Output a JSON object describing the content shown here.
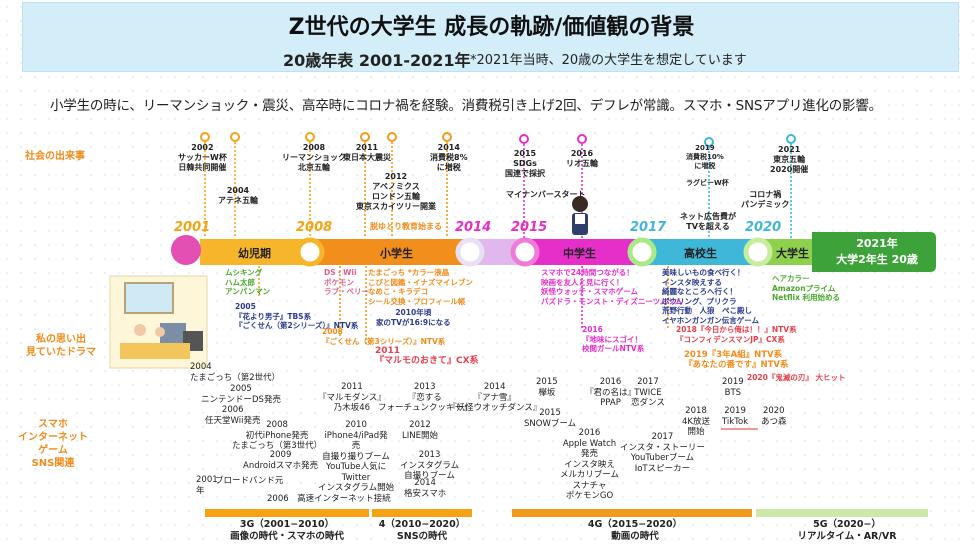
{
  "header": {
    "title": "Z世代の大学生 成長の軌跡/価値観の背景",
    "subtitle": "20歳年表 2001-2021年",
    "note": "*2021年当時、20歳の大学生を想定しています"
  },
  "summary": "小学生の時に、リーマンショック・震災、高卒時にコロナ禍を経験。消費税引き上げ2回、デフレが常識。スマホ・SNSアプリ進化の影響。",
  "row_labels": {
    "social": "社会の出来事",
    "memory": "私の思い出\n見ていたドラマ",
    "sns": "スマホ\nインターネット\nゲーム\nSNS関連"
  },
  "timeline": {
    "years": [
      "2001",
      "2008",
      "2014",
      "2015",
      "2017",
      "2020"
    ],
    "stages": [
      "幼児期",
      "小学生",
      "中学生",
      "高校生",
      "大学生"
    ],
    "final": "2021年\n大学2年生 20歳"
  },
  "social_events": [
    "2002\nサッカーW杯\n日韓共同開催",
    "2004\nアテネ五輪",
    "2008\nリーマンショック\n北京五輪",
    "2011\n東日本大震災",
    "2012\nアベノミクス\nロンドン五輪\n東京スカイツリー開業",
    "2014\n消費税8%\nに増税",
    "脱ゆとり教育始まる",
    "2015\nSDGs\n国連で採択",
    "2016\nリオ五輪",
    "マイナンバースタート",
    "2019\n消費税10%\nに増税",
    "ラグビーW杯",
    "ネット広告費が\nTVを超える",
    "コロナ禍\nパンデミック",
    "2021\n東京五輪\n2020開催"
  ],
  "memories": [
    "ムシキング\nハム太郎\nアンパンマン",
    "2005\n『花より男子』TBS系\n『ごくせん（第2シリーズ）』NTV系",
    "DS・Wii\nポケモン\nラブ・ベリー",
    "たまごっち *カラー液晶\nこびと図鑑・イナズマイレブン\nなめこ・キラデコ\nシール交換・プロフィール帳",
    "2010年頃\n家のTVが16:9になる",
    "2008\n『ごくせん（第3シリーズ）』NTV系",
    "2011\n『マルモのおきて』CX系",
    "スマホで24時間つながる！\n映画を友人と見に行く！\n妖怪ウォッチ・スマホゲーム\nパズドラ・モンスト・ディズニーツムツム",
    "2016\n『地味にスゴイ！\n校閲ガールNTV系",
    "美味しいもの食べ行く！\nインスタ映えする\n綺麗なところへ行く！\nボウリング、プリクラ\n荒野行動　人狼　ぺこ殿し\nイヤホンガンガン伝言ゲーム",
    "2018『今日から俺は！！』NTV系\n『コンフィデンスマンJP』CX系",
    "2019『3年A組』NTV系\n『あなたの番です』NTV系",
    "2020『鬼滅の刃』 大ヒット",
    "ヘアカラー\nAmazonプライム\nNetflix 利用始める"
  ],
  "sns_events": [
    "2004\nたまごっち（第2世代）",
    "2005\nニンテンドーDS発売",
    "2006\n任天堂Wii発売",
    "2008\n初代iPhone発売\nたまごっち（第3世代）",
    "2009\nAndroidスマホ発売",
    "2001\n年",
    "ブロードバンド元",
    "2011\n『マルモダンス』\n乃木坂46",
    "2010\niPhone4/iPad発\n売\n自撮り撮りブーム\nYouTube人気に\nTwitter\nインスタグラム開始",
    "2013\n『恋する\nフォーチュンクッキー』",
    "2014\n『アナ雪』\n『妖怪ウオッチダンス』",
    "2012\nLINE開始",
    "2013\nインスタグラム\n自撮りブーム",
    "2014\n格安スマホ",
    "2006　高速インターネット接続",
    "2015\n欅坂",
    "2016\n『君の名は』\nPPAP",
    "2017\nTWICE\n恋ダンス",
    "2019\nBTS",
    "2015\nSNOWブーム",
    "2016\nApple Watch\n発売\nインスタ映え\nメルカリブーム\nスナチャ\nポケモンGO",
    "2017\nインスタ・ストーリー\nYouTuberブーム\nIoTスピーカー",
    "2018\n4K放送\n開始",
    "2019\nTikTok",
    "2020\nあつ森"
  ],
  "networks": [
    {
      "label": "3G（2001−2010）\n画像の時代・スマホの時代"
    },
    {
      "label": "4（2010−2020）\nSNSの時代"
    },
    {
      "label": "4G（2015−2020）\n動画の時代"
    },
    {
      "label": "5G（2020−）\nリアルタイム・AR/VR"
    }
  ],
  "colors": {
    "orange": "#f5a315",
    "amber": "#f29a1b",
    "pink": "#e62ec8",
    "teal": "#3fb7d9",
    "green": "#6cbf2e",
    "dark_green": "#3ea23a",
    "label_orange": "#f08c1a"
  }
}
